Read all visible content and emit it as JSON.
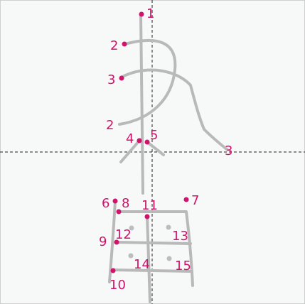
{
  "diagram": {
    "labels": [
      "1",
      "2",
      "3",
      "2",
      "4",
      "5",
      "3",
      "6",
      "8",
      "7",
      "11",
      "9",
      "12",
      "13",
      "14",
      "15",
      "10"
    ]
  },
  "colors": {
    "accent": "#d1136b",
    "stroke": "#b9b9b9",
    "guide": "#222222"
  }
}
